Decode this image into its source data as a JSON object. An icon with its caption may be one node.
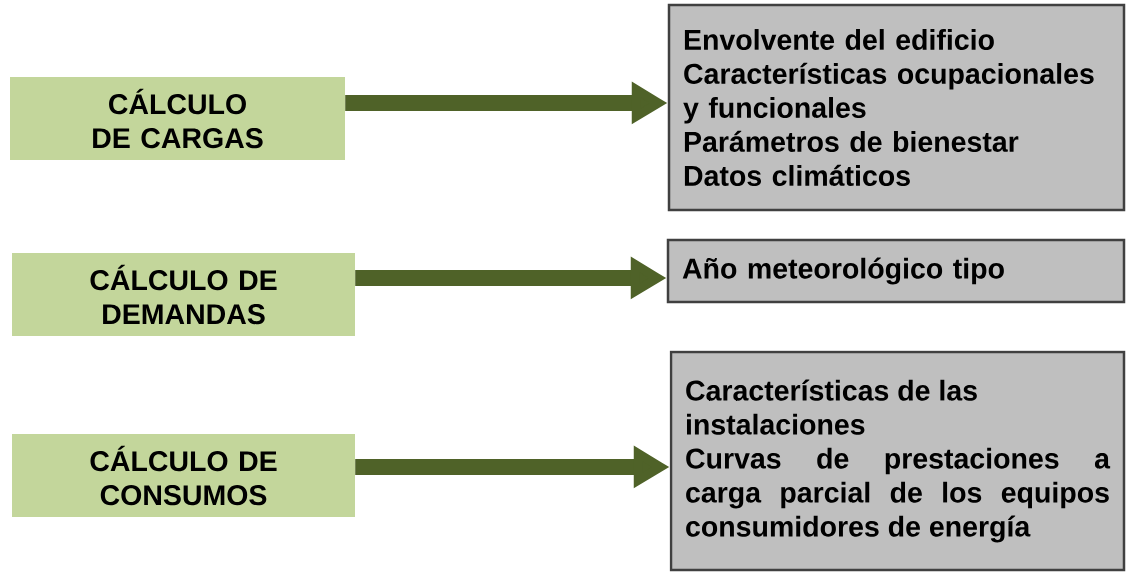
{
  "diagram": {
    "nodes": [
      {
        "text": [
          "CÁLCULO DE CARGAS"
        ]
      },
      {
        "text": [
          "Envolvente del edificio",
          "Características ocupacionales y funcionales",
          "Parámetros de bienestar",
          "Datos climáticos"
        ]
      },
      {
        "text": [
          "CÁLCULO DE DEMANDAS"
        ]
      },
      {
        "text": [
          "Año meteorológico tipo"
        ]
      },
      {
        "text": [
          "CÁLCULO DE CONSUMOS"
        ]
      },
      {
        "text": [
          "Características de las instalaciones",
          "Curvas de prestaciones a carga parcial de los equipos consumidores de energía"
        ]
      }
    ],
    "edges": [
      {
        "from": 0,
        "to": 1,
        "arrow": "to"
      },
      {
        "from": 2,
        "to": 3,
        "arrow": "to"
      },
      {
        "from": 4,
        "to": 5,
        "arrow": "to"
      }
    ]
  }
}
